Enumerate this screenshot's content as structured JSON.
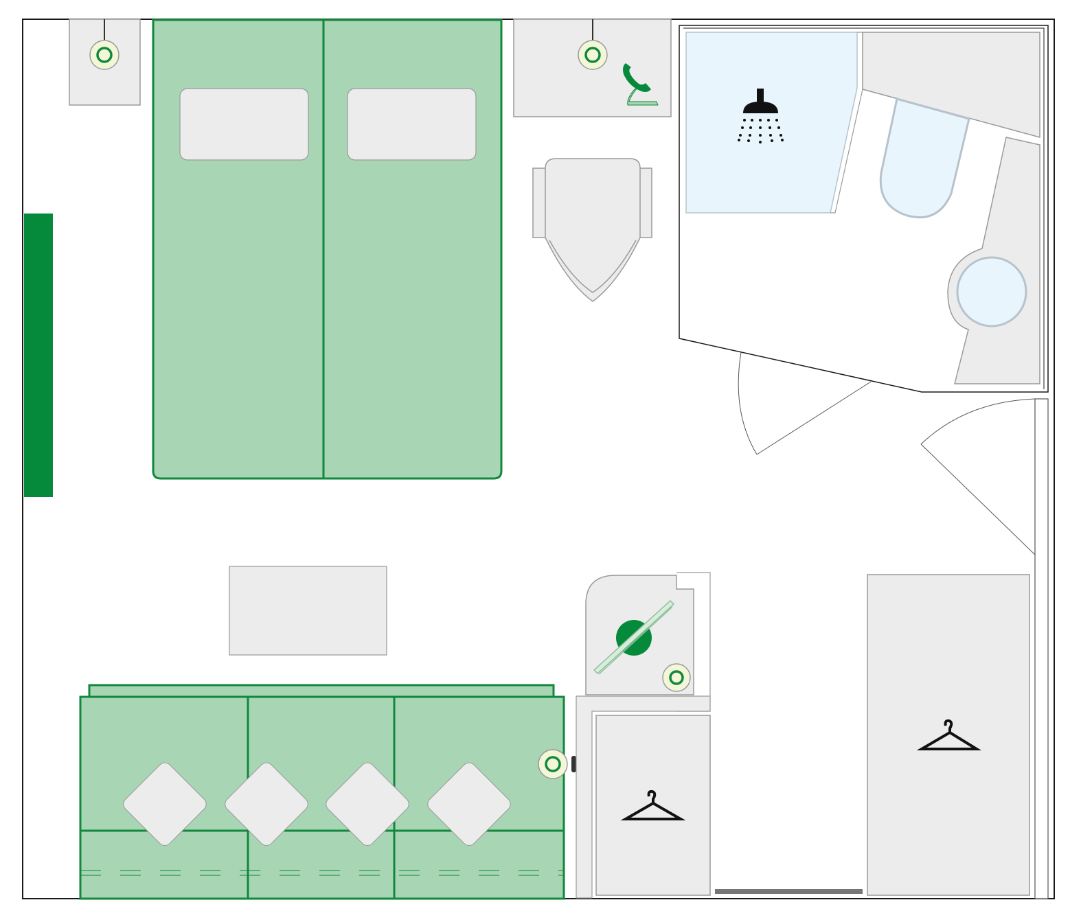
{
  "colors": {
    "wall": "#1a1a1a",
    "furniture_fill": "#ececec",
    "furniture_stroke": "#9a9a9a",
    "upholstery_fill": "#a8d5b3",
    "upholstery_stroke": "#11883d",
    "accent_green": "#058a3c",
    "water_fill": "#e8f5fd",
    "water_stroke": "#b7c3cc",
    "lamp_fill": "#f3f7d8",
    "icon_black": "#111111"
  },
  "rooms": [
    {
      "name": "cabin",
      "type": "room"
    },
    {
      "name": "bathroom",
      "type": "room"
    }
  ],
  "furniture": [
    {
      "name": "double-bed",
      "kind": "bed",
      "pillows": 2
    },
    {
      "name": "sofa",
      "kind": "sofa",
      "cushions": 4
    },
    {
      "name": "coffee-table",
      "kind": "table"
    },
    {
      "name": "armchair",
      "kind": "chair"
    },
    {
      "name": "desk",
      "kind": "desk"
    },
    {
      "name": "wardrobe-left",
      "kind": "wardrobe"
    },
    {
      "name": "wardrobe-right",
      "kind": "wardrobe"
    },
    {
      "name": "nightstand-left",
      "kind": "nightstand"
    },
    {
      "name": "nightstand-right",
      "kind": "nightstand"
    }
  ],
  "icons": [
    "shower-icon",
    "phone-icon",
    "hanger-icon",
    "lamp-icon",
    "hair-dryer-icon",
    "toilet-icon",
    "sink-icon"
  ]
}
